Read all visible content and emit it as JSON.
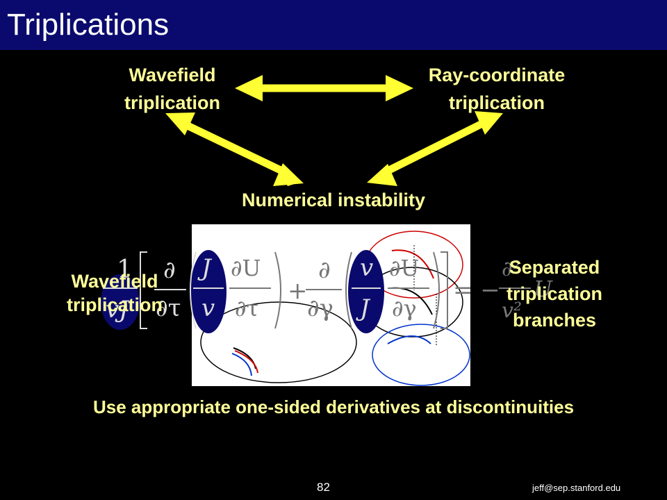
{
  "slide": {
    "title": "Triplications",
    "wavefield_triplication": [
      "Wavefield",
      "triplication"
    ],
    "ray_coordinate_triplication": [
      "Ray-coordinate",
      "triplication"
    ],
    "numerical_instability": "Numerical instability",
    "left_overlay": [
      "Wavefield",
      "triplication"
    ],
    "separated_branches": [
      "Separated",
      "triplication",
      "branches"
    ],
    "bottom_note": "Use appropriate one-sided derivatives at discontinuities",
    "page_number": "82",
    "email": "jeff@sep.stanford.edu"
  },
  "colors": {
    "title_bar": "#0a0a6e",
    "label_text": "#ffff99",
    "arrow": "#ffff33",
    "ellipse_fill": "#0a0a6e"
  }
}
